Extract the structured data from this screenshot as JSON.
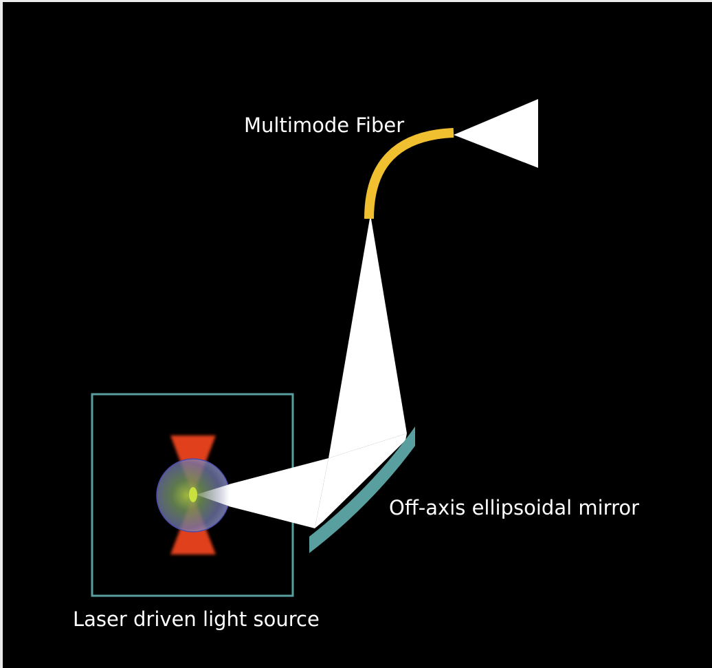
{
  "labels": {
    "fiber": "Multimode Fiber",
    "mirror": "Off-axis ellipsoidal mirror",
    "source": "Laser driven light source"
  },
  "colors": {
    "background": "#000000",
    "beam": "#ffffff",
    "fiber": "#f0c030",
    "mirror": "#5a9fa0",
    "source_box": "#5a9fa0",
    "laser_cone": "#e0401a",
    "bulb_edge": "#4a4aa8",
    "plasma": "#c8e040"
  }
}
